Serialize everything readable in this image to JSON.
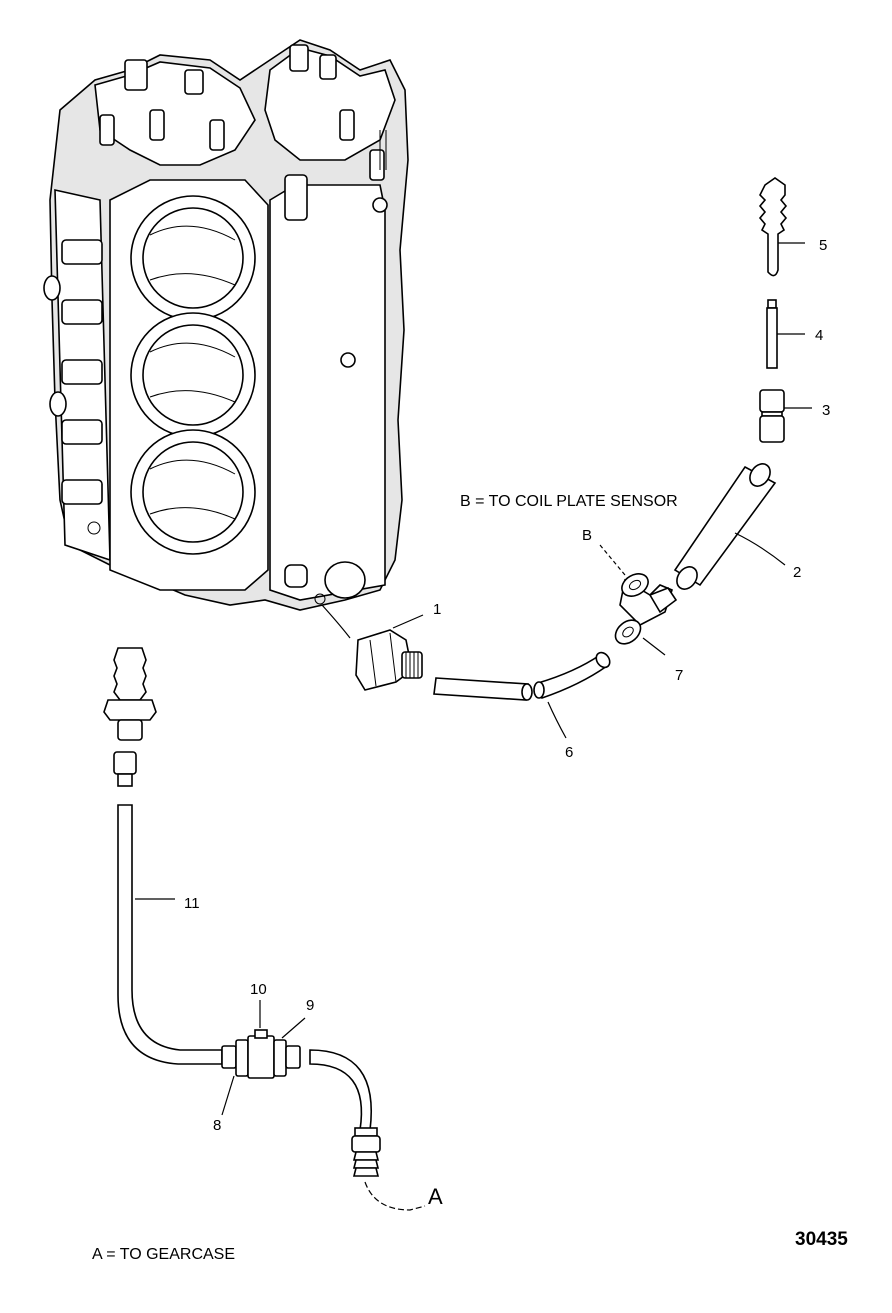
{
  "notes": {
    "coil_plate": "B = TO COIL PLATE SENSOR",
    "gearcase": "A = TO GEARCASE"
  },
  "figure_number": "30435",
  "callouts": {
    "c1": "1",
    "c2": "2",
    "c3": "3",
    "c4": "4",
    "c5": "5",
    "c6": "6",
    "c7": "7",
    "c8": "8",
    "c9": "9",
    "c10": "10",
    "c11": "11",
    "a": "A",
    "b": "B"
  }
}
